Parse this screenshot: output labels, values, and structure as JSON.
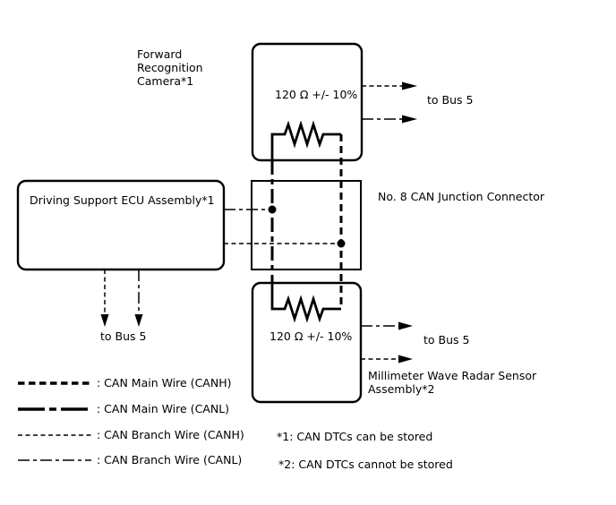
{
  "diagram": {
    "title_context": "CAN bus wiring diagram",
    "nodes": {
      "camera": {
        "label_lines": [
          "Forward",
          "Recognition",
          "Camera*1"
        ],
        "resistor_label": "120 Ω +/- 10%"
      },
      "ecu": {
        "label": "Driving Support ECU Assembly*1"
      },
      "junction": {
        "label": "No. 8 CAN Junction Connector"
      },
      "radar": {
        "label_lines": [
          "Millimeter Wave Radar Sensor",
          "Assembly*2"
        ],
        "resistor_label": "120 Ω +/- 10%"
      }
    },
    "bus_labels": {
      "top_right": "to Bus 5",
      "bottom_left": "to Bus 5",
      "bottom_right": "to Bus 5"
    },
    "legend": [
      {
        "style": "main-canh",
        "label": ": CAN Main Wire (CANH)"
      },
      {
        "style": "main-canl",
        "label": ": CAN Main Wire (CANL)"
      },
      {
        "style": "branch-canh",
        "label": ": CAN Branch Wire (CANH)"
      },
      {
        "style": "branch-canl",
        "label": ": CAN Branch Wire (CANL)"
      }
    ],
    "notes": [
      "*1: CAN DTCs can be stored",
      "*2: CAN DTCs cannot be stored"
    ],
    "colors": {
      "line": "#000000",
      "background": "#ffffff"
    }
  }
}
